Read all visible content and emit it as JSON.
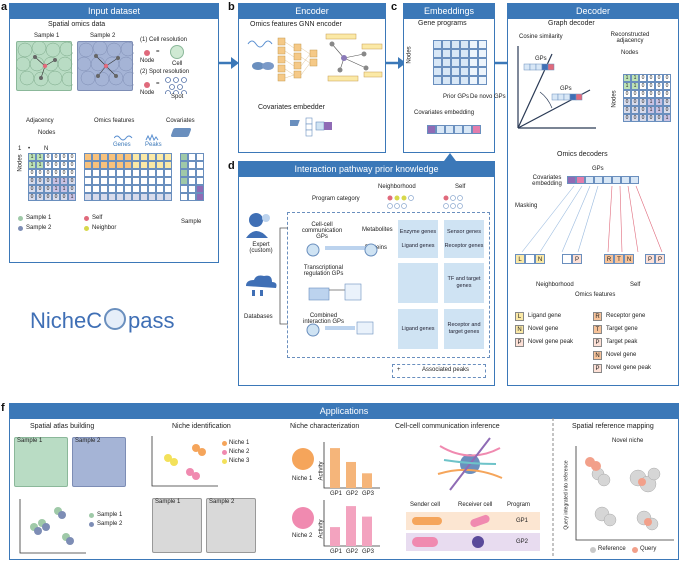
{
  "panels": {
    "a": {
      "letter": "a",
      "title": "Input dataset"
    },
    "b": {
      "letter": "b",
      "title": "Encoder"
    },
    "c": {
      "letter": "c",
      "title": "Embeddings"
    },
    "d": {
      "letter": "d",
      "title": "Interaction pathway prior knowledge"
    },
    "e": {
      "letter": "e",
      "title": "Decoder"
    },
    "f": {
      "letter": "f",
      "title": "Applications"
    }
  },
  "a": {
    "spatial_omics": "Spatial omics data",
    "sample1": "Sample 1",
    "sample2": "Sample 2",
    "cell_res": "(1) Cell resolution",
    "spot_res": "(2) Spot resolution",
    "node": "Node",
    "cell": "Cell",
    "spot": "Spot",
    "adjacency": "Adjacency",
    "omics_features": "Omics features",
    "covariates": "Covariates",
    "nodes": "Nodes",
    "genes": "Genes",
    "peaks": "Peaks",
    "sample": "Sample",
    "idx1": "1",
    "idxdot": "•",
    "idxN": "N",
    "legend_s1": "Sample 1",
    "legend_s2": "Sample 2",
    "legend_self": "Self",
    "legend_neighbor": "Neighbor",
    "adj_rows": [
      [
        "1",
        "1",
        "0",
        "0",
        "0",
        "0"
      ],
      [
        "1",
        "1",
        "0",
        "0",
        "0",
        "0"
      ],
      [
        "0",
        "0",
        "0",
        "0",
        "0",
        "0"
      ],
      [
        "0",
        "0",
        "0",
        "1",
        "1",
        "0"
      ],
      [
        "0",
        "0",
        "0",
        "1",
        "1",
        "0"
      ],
      [
        "0",
        "0",
        "0",
        "0",
        "0",
        "1"
      ]
    ]
  },
  "b": {
    "gnn": "Omics features GNN encoder",
    "cov": "Covariates embedder"
  },
  "c": {
    "gene_programs": "Gene programs",
    "nodes": "Nodes",
    "prior": "Prior GPs",
    "denovo": "De novo GPs",
    "cov_emb": "Covariates embedding"
  },
  "d": {
    "neighborhood": "Neighborhood",
    "self": "Self",
    "program_category": "Program category",
    "ccc": "Cell-cell communication GPs",
    "trans": "Transcriptional regulation GPs",
    "combined": "Combined interaction GPs",
    "metabolites": "Metabolites",
    "proteins": "Proteins",
    "expert": "Expert (custom)",
    "databases": "Databases",
    "enzyme": "Enzyme genes",
    "ligand": "Ligand genes",
    "sensor": "Sensor genes",
    "receptor": "Receptor genes",
    "tf": "TF and target genes",
    "ligand2": "Ligand genes",
    "recv_target": "Receptor and target genes",
    "peaks": "Associated peaks",
    "plus": "+"
  },
  "e": {
    "graph_decoder": "Graph decoder",
    "cosine": "Cosine similarity",
    "gps": "GPs",
    "recon": "Reconstructed adjacency",
    "nodes": "Nodes",
    "omics_decoders": "Omics decoders",
    "cov_emb": "Covariates embedding",
    "masking": "Masking",
    "neighborhood": "Neighborhood",
    "self": "Self",
    "omics_features": "Omics features",
    "legend": [
      {
        "sym": "L",
        "label": "Ligand gene",
        "color": "#fbe9a6"
      },
      {
        "sym": "N",
        "label": "Novel gene",
        "color": "#fbe9a6"
      },
      {
        "sym": "P",
        "label": "Novel gene peak",
        "color": "#fde0d6"
      },
      {
        "sym": "R",
        "label": "Receptor gene",
        "color": "#f7c39a"
      },
      {
        "sym": "T",
        "label": "Target gene",
        "color": "#f7c39a"
      },
      {
        "sym": "P",
        "label": "Target peak",
        "color": "#fde0d6"
      },
      {
        "sym": "N",
        "label": "Novel gene",
        "color": "#f7c39a"
      },
      {
        "sym": "P",
        "label": "Novel gene peak",
        "color": "#fde0d6"
      }
    ],
    "recon_rows": [
      [
        "1",
        "1",
        "0",
        "0",
        "0",
        "0"
      ],
      [
        "1",
        "1",
        "0",
        "0",
        "0",
        "0"
      ],
      [
        "0",
        "0",
        "0",
        "0",
        "0",
        "0"
      ],
      [
        "0",
        "0",
        "0",
        "1",
        "1",
        "0"
      ],
      [
        "0",
        "0",
        "0",
        "1",
        "1",
        "0"
      ],
      [
        "0",
        "0",
        "0",
        "0",
        "0",
        "1"
      ]
    ]
  },
  "logo": {
    "text": "NicheC",
    "tail": "pass"
  },
  "f": {
    "atlas": "Spatial atlas building",
    "niche_id": "Niche identification",
    "niche_char": "Niche characterization",
    "ccc": "Cell-cell communication inference",
    "ref_map": "Spatial reference mapping",
    "sample1": "Sample 1",
    "sample2": "Sample 2",
    "niche1": "Niche 1",
    "niche2": "Niche 2",
    "niche3": "Niche 3",
    "activity": "Activity",
    "gp1": "GP1",
    "gp2": "GP2",
    "gp3": "GP3",
    "sender": "Sender cell",
    "receiver": "Receiver cell",
    "program": "Program",
    "novel_niche": "Novel niche",
    "query_axis": "Query integrated into reference",
    "reference": "Reference",
    "query": "Query",
    "niche1_vals": [
      0.95,
      0.62,
      0.35
    ],
    "niche2_vals": [
      0.45,
      0.95,
      0.7
    ]
  }
}
